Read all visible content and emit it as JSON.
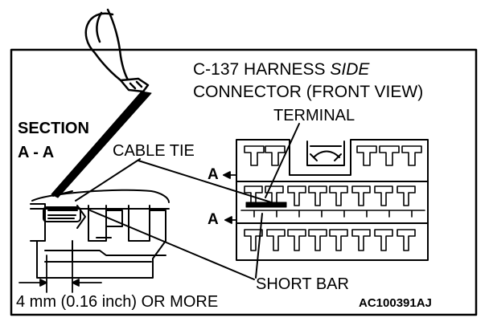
{
  "labels": {
    "connector_line1_a": "C-137 HARNESS ",
    "connector_line1_b": "SIDE",
    "connector_line2": "CONNECTOR (FRONT VIEW)",
    "terminal": "TERMINAL",
    "section_line1": "SECTION",
    "section_line2": "A - A",
    "cable_tie": "CABLE TIE",
    "marker_a_upper": "A",
    "marker_a_lower": "A",
    "short_bar": "SHORT BAR",
    "dimension": "4 mm (0.16 inch) OR MORE",
    "figure_code": "AC100391AJ"
  }
}
